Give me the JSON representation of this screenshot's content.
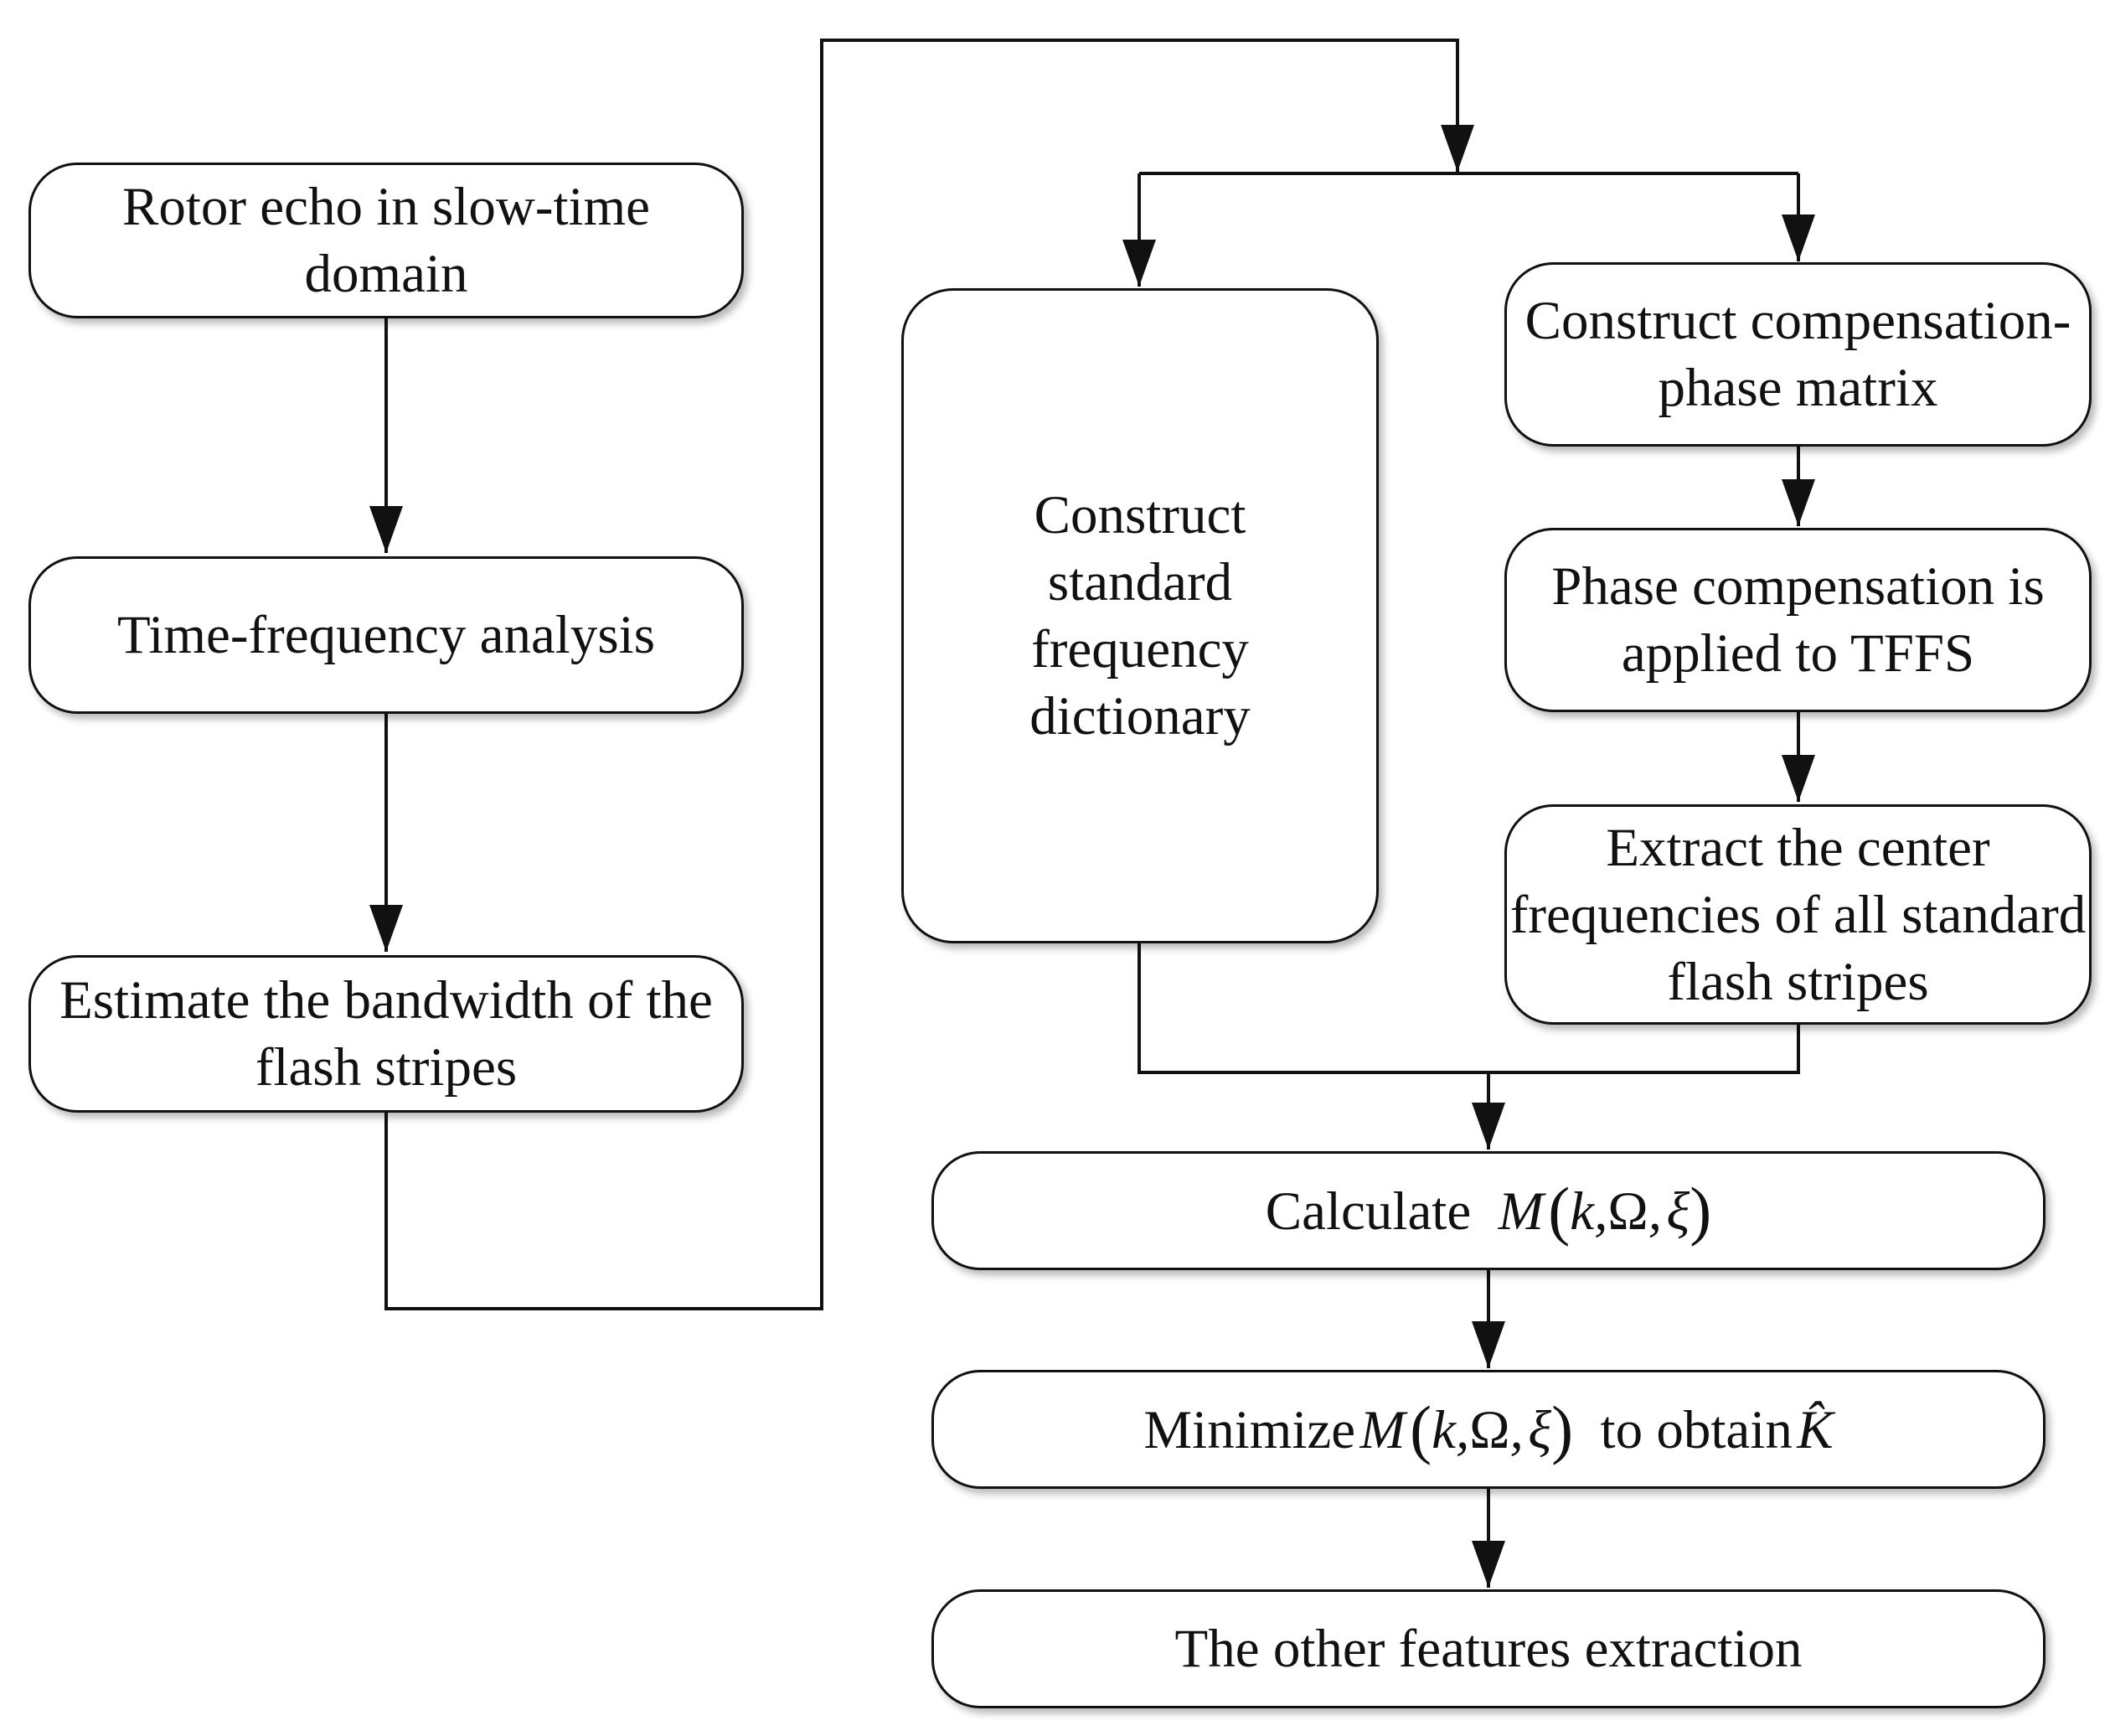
{
  "nodes": {
    "rotor_echo": {
      "text": "Rotor echo in slow-time domain"
    },
    "tf_analysis": {
      "text": "Time-frequency analysis"
    },
    "estimate_bw": {
      "text": "Estimate the bandwidth of the flash stripes"
    },
    "construct_dict": {
      "text": "Construct standard frequency dictionary"
    },
    "construct_comp": {
      "text": "Construct compensation-phase matrix"
    },
    "phase_comp": {
      "text": "Phase compensation is applied to TFFS"
    },
    "extract_center": {
      "text": "Extract the center frequencies of all standard flash stripes"
    },
    "calculate": {
      "prefix": "Calculate",
      "func": "M",
      "arg1": "k",
      "arg2": "Ω",
      "arg3": "ξ"
    },
    "minimize": {
      "prefix": "Minimize",
      "func": "M",
      "arg1": "k",
      "arg2": "Ω",
      "arg3": "ξ",
      "middle": "to obtain",
      "result": "K̂"
    },
    "other_features": {
      "text": "The other features extraction"
    }
  },
  "edges": [
    {
      "from": "rotor_echo",
      "to": "tf_analysis"
    },
    {
      "from": "tf_analysis",
      "to": "estimate_bw"
    },
    {
      "from": "estimate_bw",
      "to": "construct_dict"
    },
    {
      "from": "estimate_bw",
      "to": "construct_comp"
    },
    {
      "from": "construct_comp",
      "to": "phase_comp"
    },
    {
      "from": "phase_comp",
      "to": "extract_center"
    },
    {
      "from": "construct_dict",
      "to": "calculate"
    },
    {
      "from": "extract_center",
      "to": "calculate"
    },
    {
      "from": "calculate",
      "to": "minimize"
    },
    {
      "from": "minimize",
      "to": "other_features"
    }
  ]
}
